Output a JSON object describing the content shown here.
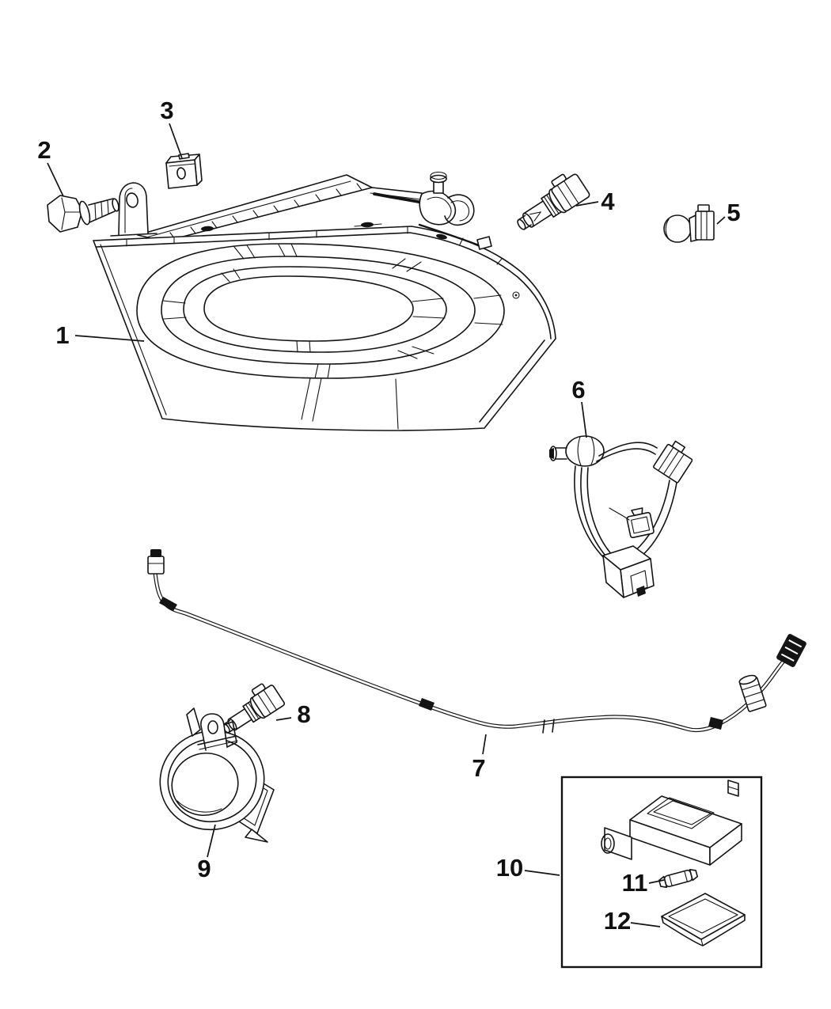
{
  "diagram": {
    "type": "exploded-parts-line-drawing",
    "colors": {
      "background": "#ffffff",
      "line": "#141414",
      "label": "#111111"
    },
    "callouts": [
      {
        "label": "1"
      },
      {
        "label": "2"
      },
      {
        "label": "3"
      },
      {
        "label": "4"
      },
      {
        "label": "5"
      },
      {
        "label": "6"
      },
      {
        "label": "7"
      },
      {
        "label": "8"
      },
      {
        "label": "9"
      },
      {
        "label": "10"
      },
      {
        "label": "11"
      },
      {
        "label": "12"
      }
    ]
  }
}
